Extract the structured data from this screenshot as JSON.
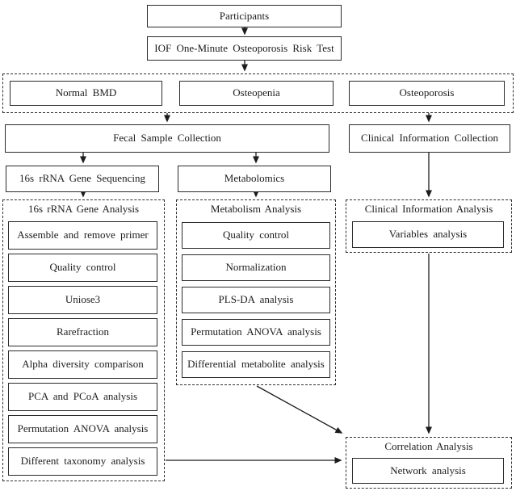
{
  "figure": {
    "background": "#ffffff",
    "line_color": "#1c1c1c",
    "box_border_color": "#2b2b2b"
  },
  "top": {
    "participants": "Participants",
    "risk_test": "IOF One-Minute Osteoporosis Risk Test"
  },
  "groups": {
    "items": [
      "Normal BMD",
      "Osteopenia",
      "Osteoporosis"
    ]
  },
  "collection": {
    "fecal": "Fecal Sample Collection",
    "clinical": "Clinical Information Collection"
  },
  "omics": {
    "gene_sequencing": "16s rRNA Gene Sequencing",
    "metabolomics": "Metabolomics"
  },
  "gene_analysis": {
    "title": "16s rRNA Gene Analysis",
    "steps": [
      "Assemble and remove primer",
      "Quality control",
      "Uniose3",
      "Rarefraction",
      "Alpha diversity comparison",
      "PCA and PCoA analysis",
      "Permutation ANOVA analysis",
      "Different taxonomy analysis"
    ]
  },
  "metabolism_analysis": {
    "title": "Metabolism Analysis",
    "steps": [
      "Quality control",
      "Normalization",
      "PLS-DA analysis",
      "Permutation ANOVA analysis",
      "Differential metabolite analysis"
    ]
  },
  "clinical_analysis": {
    "title": "Clinical Information Analysis",
    "steps": [
      "Variables analysis"
    ]
  },
  "correlation_analysis": {
    "title": "Correlation Analysis",
    "steps": [
      "Network analysis"
    ]
  }
}
